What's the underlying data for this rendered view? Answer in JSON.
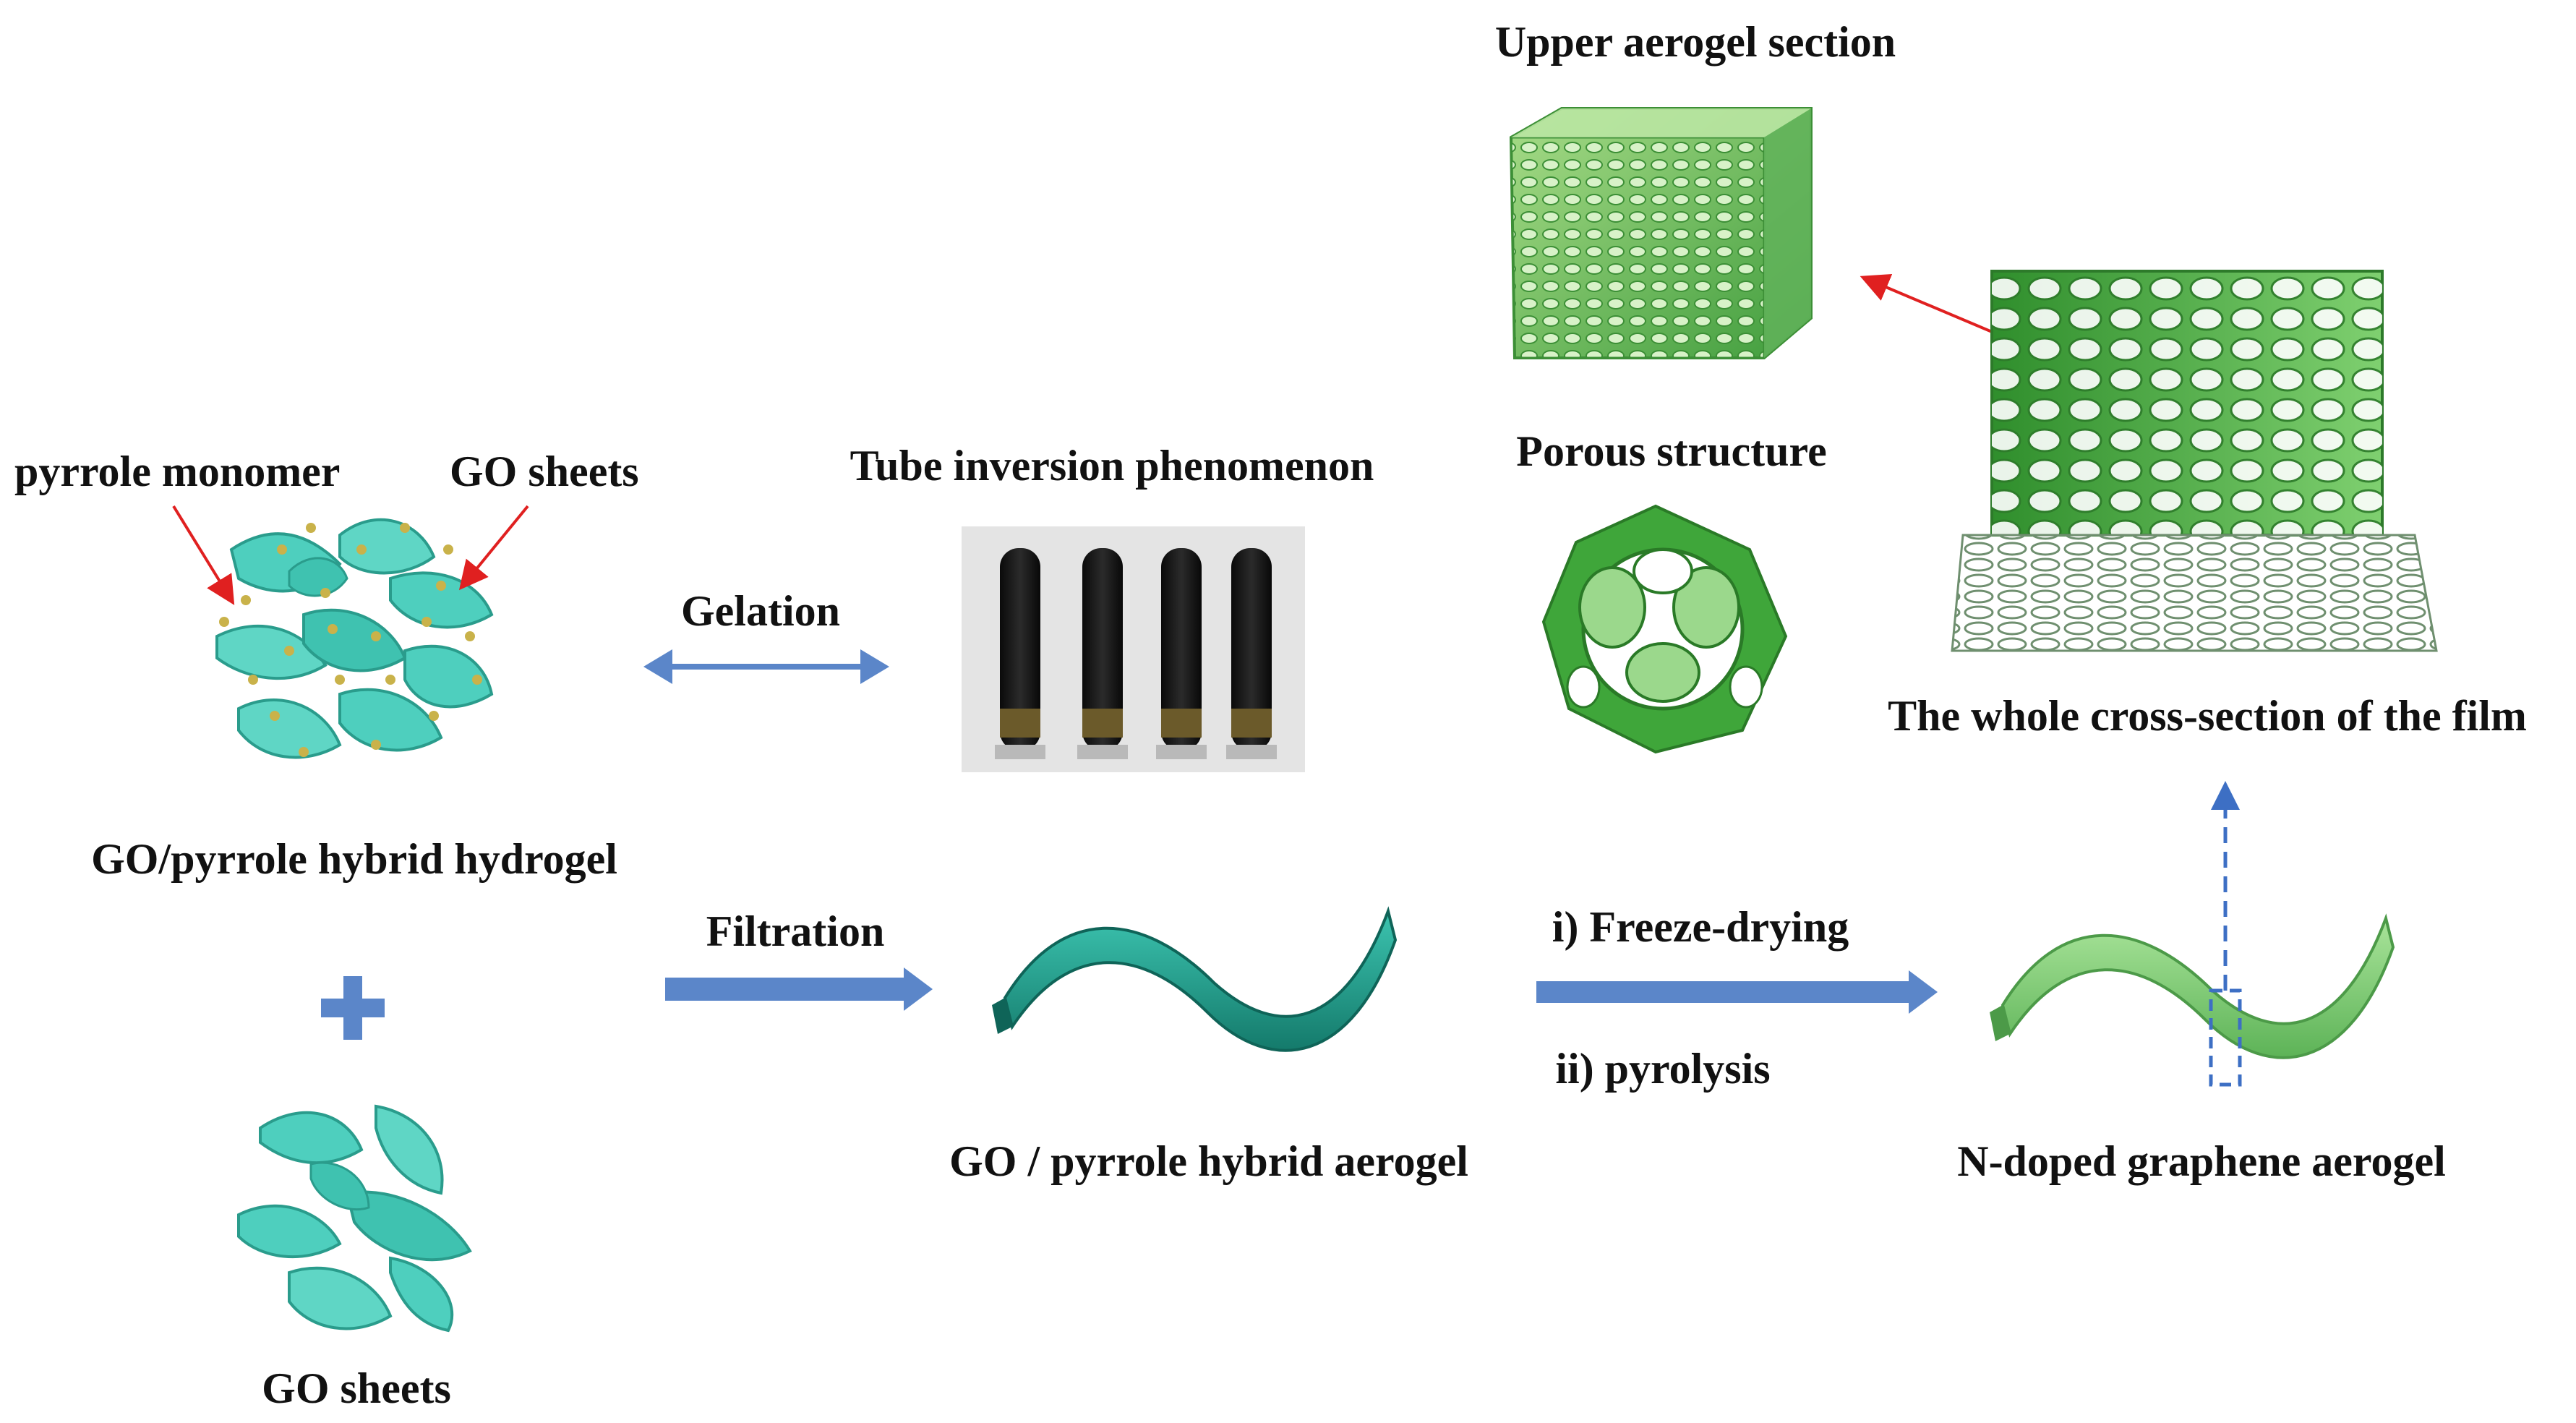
{
  "labels": {
    "pyrrole_monomer": "pyrrole monomer",
    "go_sheets_top": "GO sheets",
    "tube_inversion": "Tube inversion phenomenon",
    "gelation": "Gelation",
    "hybrid_hydrogel": "GO/pyrrole hybrid hydrogel",
    "go_sheets_bottom": "GO sheets",
    "filtration": "Filtration",
    "hybrid_aerogel": "GO / pyrrole hybrid aerogel",
    "freeze_drying": "i) Freeze-drying",
    "pyrolysis": "ii) pyrolysis",
    "n_doped_aerogel": "N-doped graphene aerogel",
    "porous_structure": "Porous structure",
    "upper_aerogel": "Upper aerogel section",
    "whole_cross_section": "The whole cross-section of the film"
  },
  "colors": {
    "go_sheet_teal": "#4ecfbe",
    "film_teal": "#1f9c8a",
    "aerogel_green": "#7fcf74",
    "porous_green": "#3fa63a",
    "arrow_blue": "#5b86c9",
    "pointer_red": "#e02020",
    "monomer_gold": "#c9b24a"
  }
}
